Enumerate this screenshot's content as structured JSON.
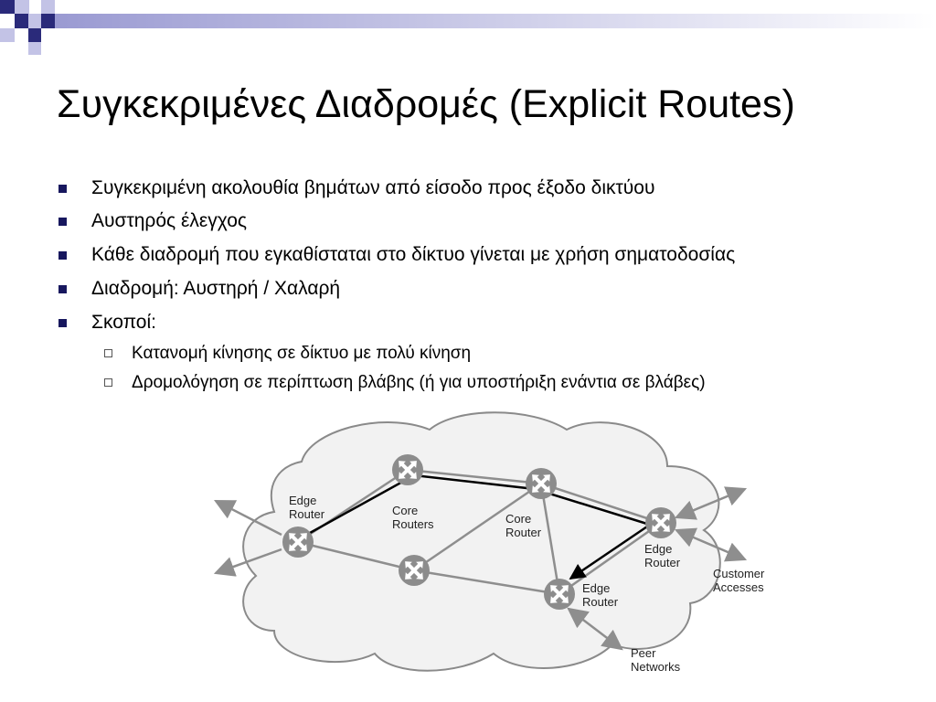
{
  "slide": {
    "title": "Συγκεκριμένες Διαδρομές (Explicit Routes)",
    "bullets": [
      "Συγκεκριμένη ακολουθία βημάτων από είσοδο προς έξοδο δικτύου",
      "Αυστηρός έλεγχος",
      "Κάθε διαδρομή που εγκαθίσταται στο δίκτυο γίνεται με χρήση σηματοδοσίας",
      "Διαδρομή: Αυστηρή / Χαλαρή",
      "Σκοποί:"
    ],
    "sub_bullets": [
      "Κατανομή κίνησης σε δίκτυο με πολύ κίνηση",
      "Δρομολόγηση σε περίπτωση βλάβης (ή για υποστήριξη ενάντια σε βλάβες)"
    ]
  },
  "diagram": {
    "labels": {
      "edge_router_left": [
        "Edge",
        "Router"
      ],
      "core_routers": [
        "Core",
        "Routers"
      ],
      "core_router": [
        "Core",
        "Router"
      ],
      "edge_router_right": [
        "Edge",
        "Router"
      ],
      "edge_router_bottom": [
        "Edge",
        "Router"
      ],
      "customer_accesses": [
        "Customer",
        "Accesses"
      ],
      "peer_networks": [
        "Peer",
        "Networks"
      ]
    },
    "colors": {
      "cloud_fill": "#f2f2f2",
      "cloud_stroke": "#8a8a8a",
      "link": "#8e8e8e",
      "explicit_route": "#000000",
      "router": "#8c8c8c",
      "bullet": "#17175e"
    }
  }
}
